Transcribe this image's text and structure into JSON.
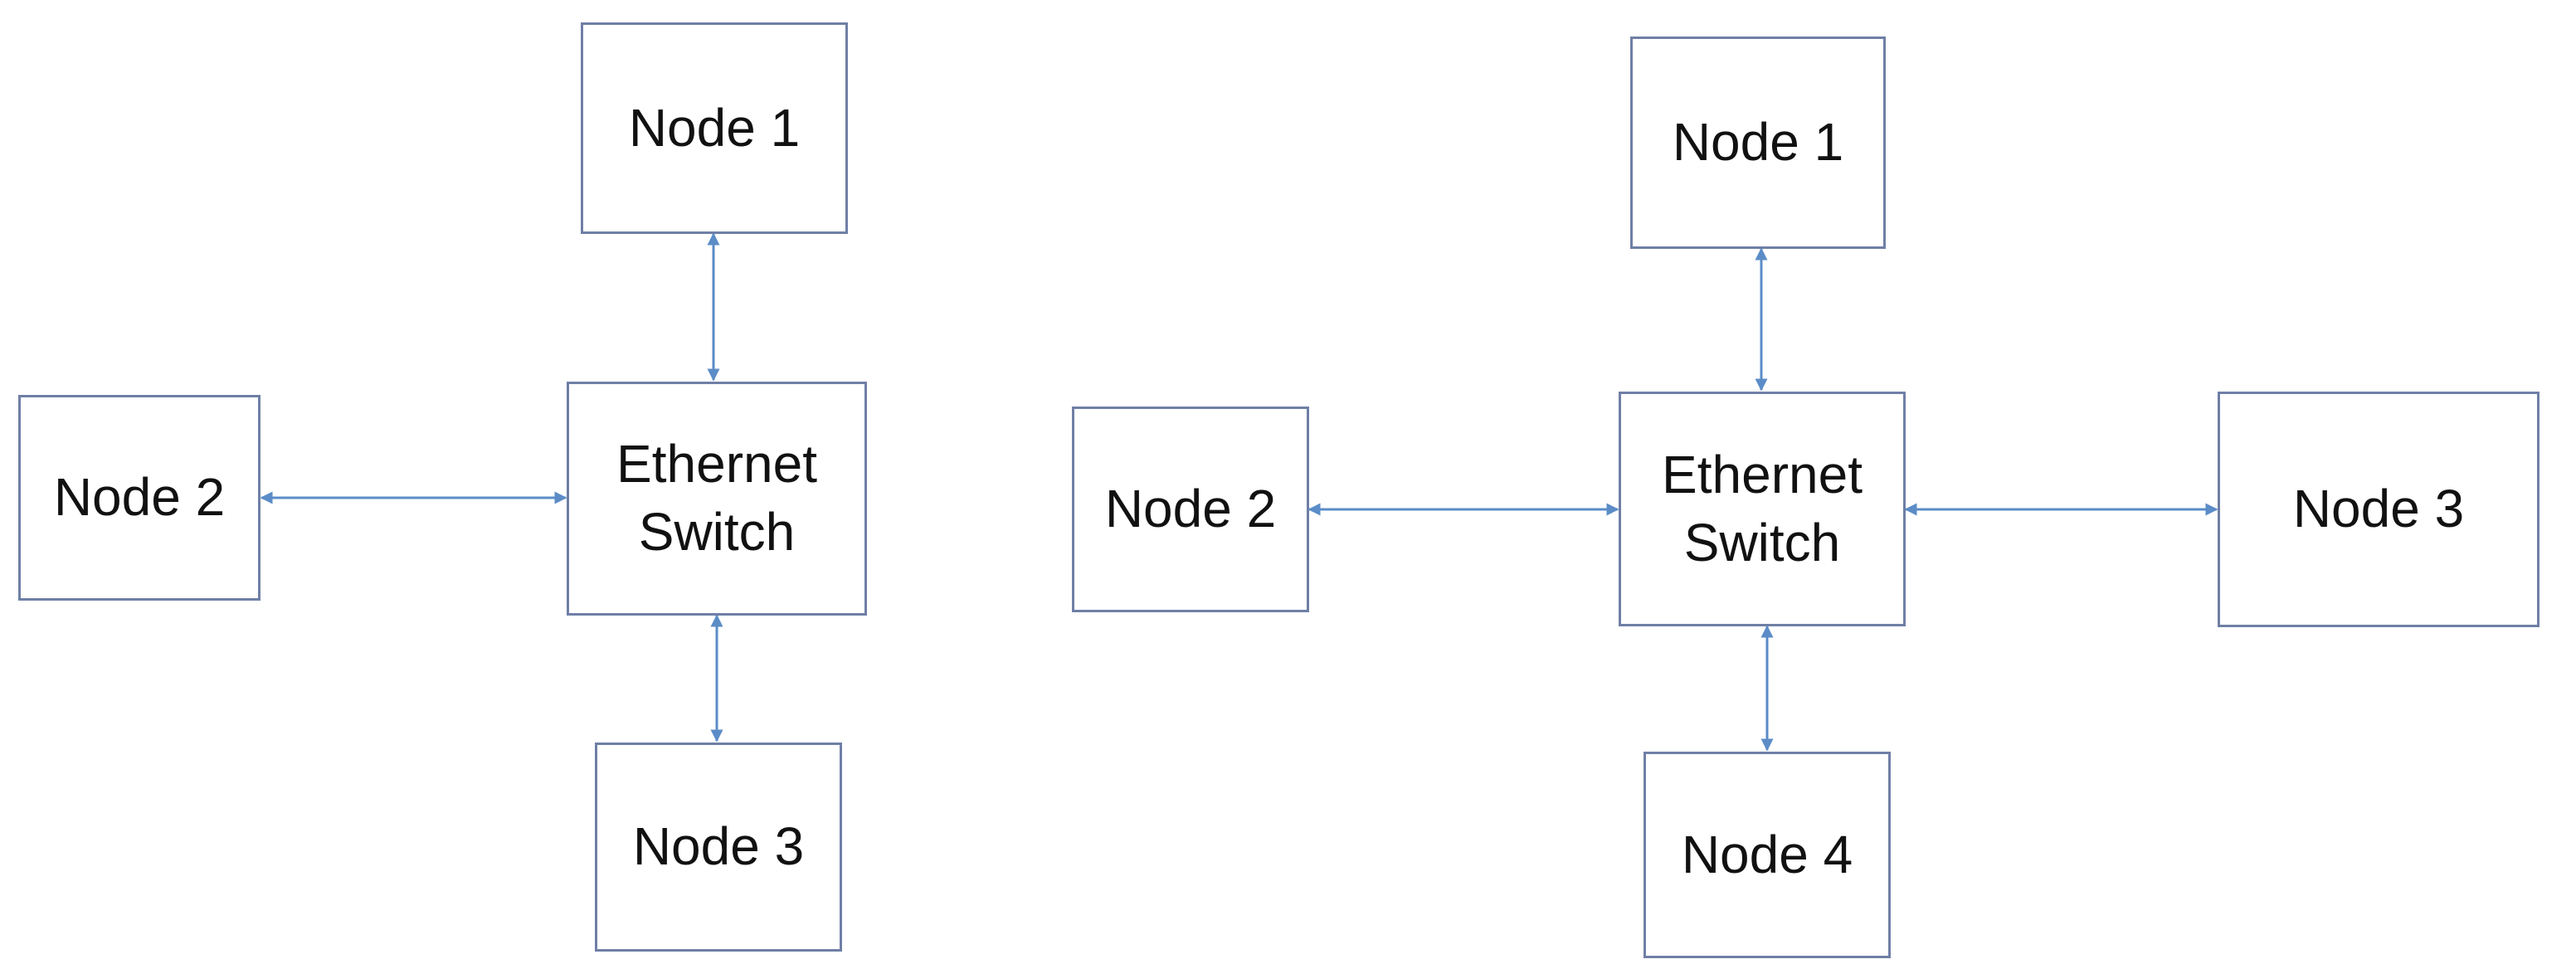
{
  "link_color": "#5b8cc7",
  "border_color": "#6f7fa6",
  "diagrams": [
    {
      "nodes": {
        "node1": "Node 1",
        "node2": "Node 2",
        "node3": "Node 3",
        "switch_line1": "Ethernet",
        "switch_line2": "Switch"
      }
    },
    {
      "nodes": {
        "node1": "Node 1",
        "node2": "Node 2",
        "node3": "Node 3",
        "node4": "Node 4",
        "switch_line1": "Ethernet",
        "switch_line2": "Switch"
      }
    }
  ]
}
